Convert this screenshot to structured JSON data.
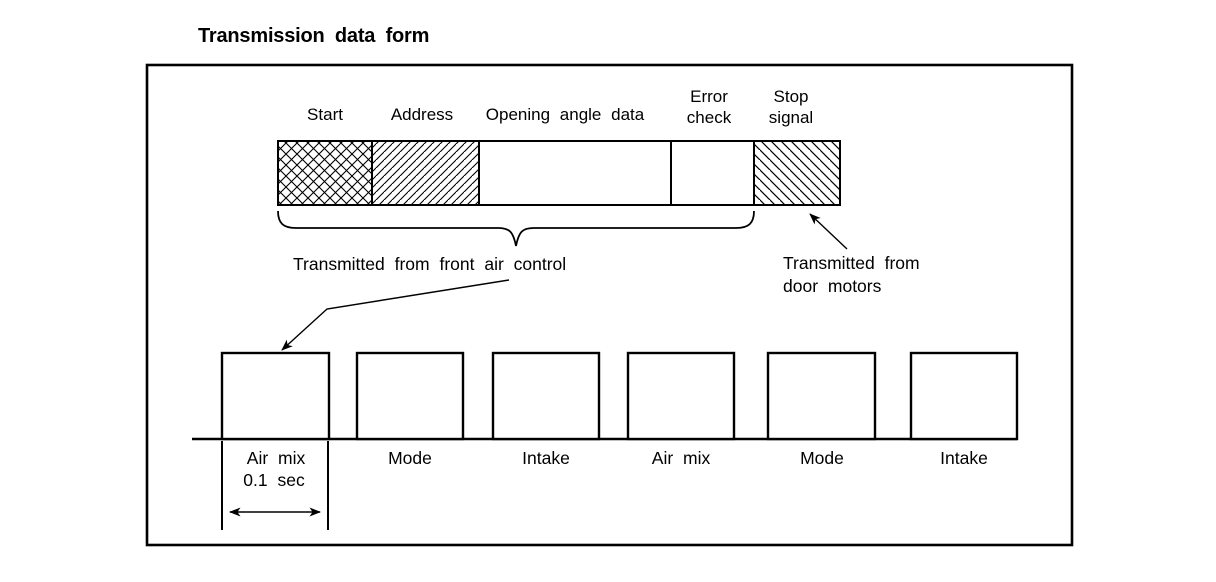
{
  "title": "Transmission data form",
  "colors": {
    "ink": "#000000",
    "paper": "#ffffff"
  },
  "frame": {
    "segments": [
      {
        "label": "Start",
        "pattern": "crosshatch"
      },
      {
        "label": "Address",
        "pattern": "diagonal-up"
      },
      {
        "label": "Opening angle data",
        "pattern": "plain"
      },
      {
        "label": "Error",
        "label2": "check",
        "pattern": "plain"
      },
      {
        "label": "Stop",
        "label2": "signal",
        "pattern": "diagonal-down"
      }
    ],
    "left_source": "Transmitted from front air control",
    "right_source": {
      "line1": "Transmitted from",
      "line2": "door motors"
    }
  },
  "timing": {
    "pulses": [
      {
        "label": "Air mix",
        "duration": "0.1 sec"
      },
      {
        "label": "Mode"
      },
      {
        "label": "Intake"
      },
      {
        "label": "Air mix"
      },
      {
        "label": "Mode"
      },
      {
        "label": "Intake"
      }
    ]
  }
}
